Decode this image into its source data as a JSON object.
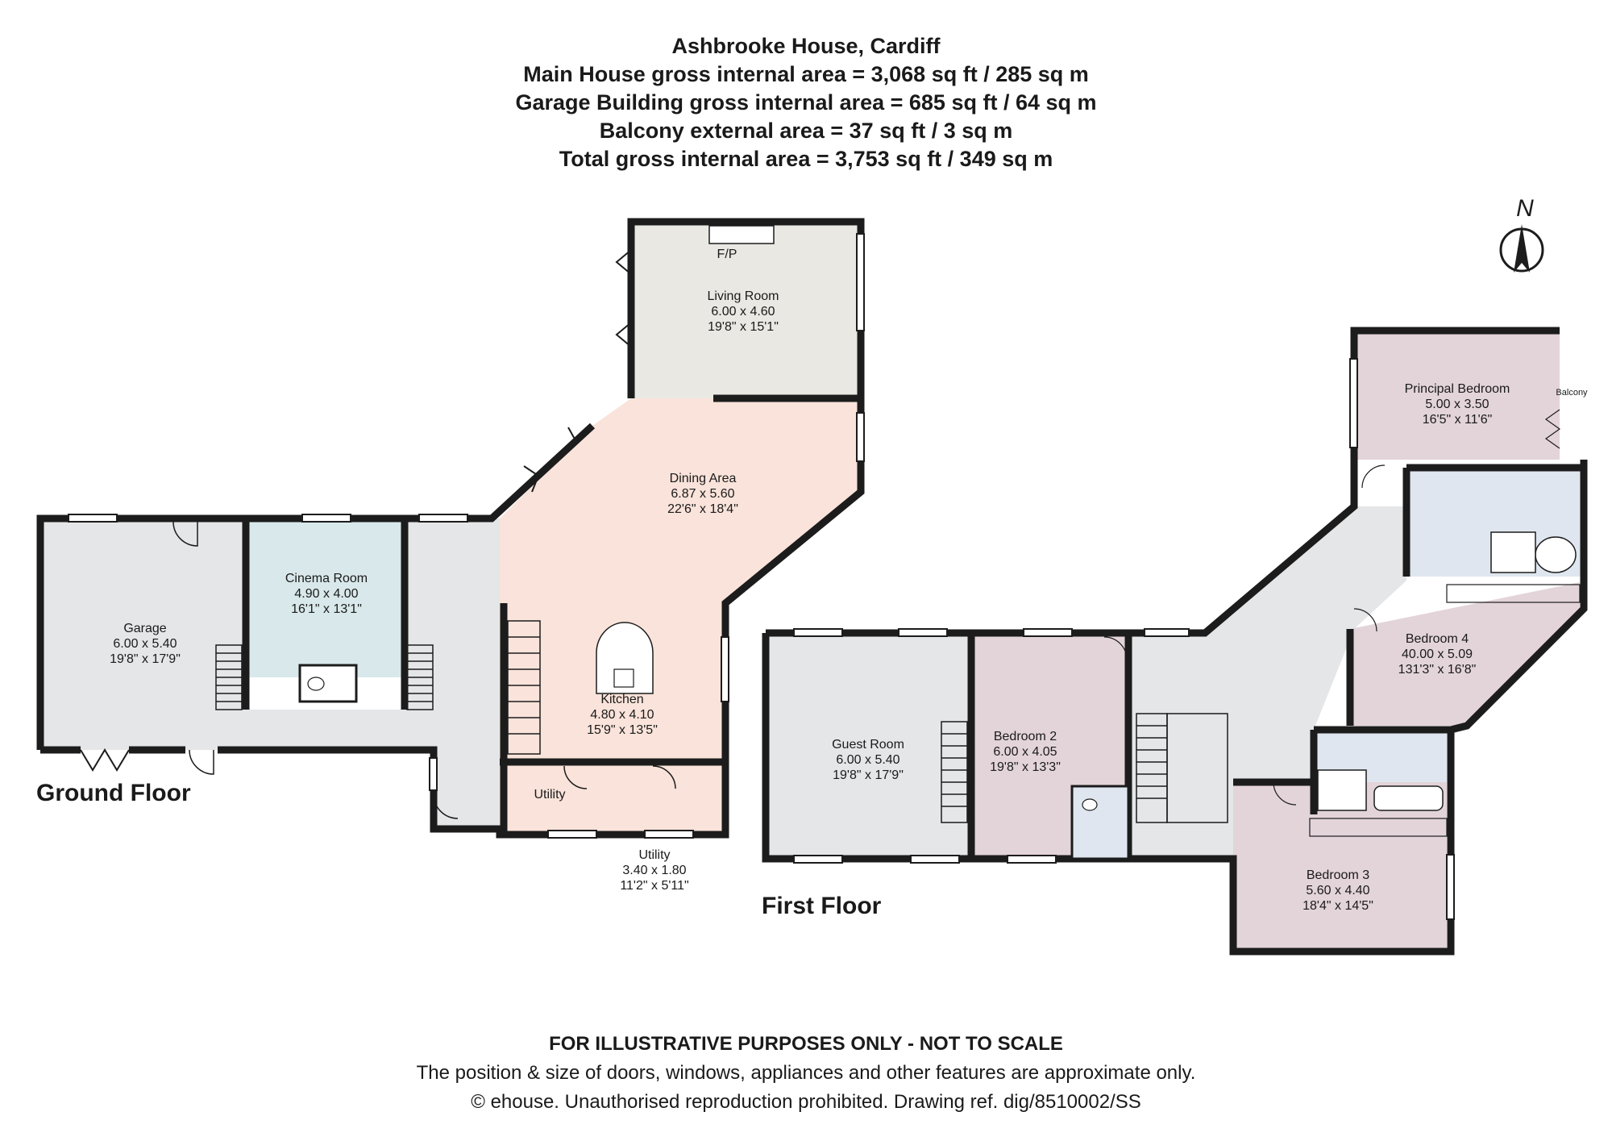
{
  "header": {
    "title": "Ashbrooke House, Cardiff",
    "lines": [
      "Main House gross internal area = 3,068 sq ft / 285 sq m",
      "Garage Building gross internal area = 685 sq ft / 64 sq m",
      "Balcony external area = 37 sq ft / 3 sq m",
      "Total gross internal area = 3,753 sq ft / 349 sq m"
    ]
  },
  "compass": {
    "label": "N"
  },
  "floors": {
    "ground": "Ground Floor",
    "first": "First Floor"
  },
  "rooms": {
    "living": {
      "name": "Living Room",
      "metric": "6.00 x 4.60",
      "imperial": "19'8\" x 15'1\""
    },
    "fp": "F/P",
    "dining": {
      "name": "Dining Area",
      "metric": "6.87 x 5.60",
      "imperial": "22'6\" x 18'4\""
    },
    "cinema": {
      "name": "Cinema Room",
      "metric": "4.90 x 4.00",
      "imperial": "16'1\" x 13'1\""
    },
    "garage": {
      "name": "Garage",
      "metric": "6.00 x 5.40",
      "imperial": "19'8\" x 17'9\""
    },
    "kitchen": {
      "name": "Kitchen",
      "metric": "4.80 x 4.10",
      "imperial": "15'9\" x 13'5\""
    },
    "utility_small": "Utility",
    "utility": {
      "name": "Utility",
      "metric": "3.40 x 1.80",
      "imperial": "11'2\" x 5'11\""
    },
    "guest": {
      "name": "Guest Room",
      "metric": "6.00 x 5.40",
      "imperial": "19'8\" x 17'9\""
    },
    "bed2": {
      "name": "Bedroom 2",
      "metric": "6.00 x 4.05",
      "imperial": "19'8\" x 13'3\""
    },
    "principal": {
      "name": "Principal Bedroom",
      "metric": "5.00 x 3.50",
      "imperial": "16'5\" x 11'6\""
    },
    "balcony": "Balcony",
    "bed4": {
      "name": "Bedroom 4",
      "metric": "40.00 x 5.09",
      "imperial": "131'3\" x 16'8\""
    },
    "bed3": {
      "name": "Bedroom 3",
      "metric": "5.60 x 4.40",
      "imperial": "18'4\" x 14'5\""
    }
  },
  "footer": {
    "disclaimer": "FOR ILLUSTRATIVE PURPOSES ONLY - NOT TO SCALE",
    "note": "The position & size of doors, windows, appliances and other features are approximate only.",
    "copyright": "© ehouse. Unauthorised reproduction prohibited. Drawing ref. dig/8510002/SS"
  },
  "colors": {
    "wall": "#1c1c1c",
    "living": "#e9e8e3",
    "dining": "#f9e3da",
    "grey_room": "#e4e6e7",
    "cinema": "#d9e8ea",
    "bedroom": "#e3d4da",
    "bathroom": "#dfe6ef"
  }
}
